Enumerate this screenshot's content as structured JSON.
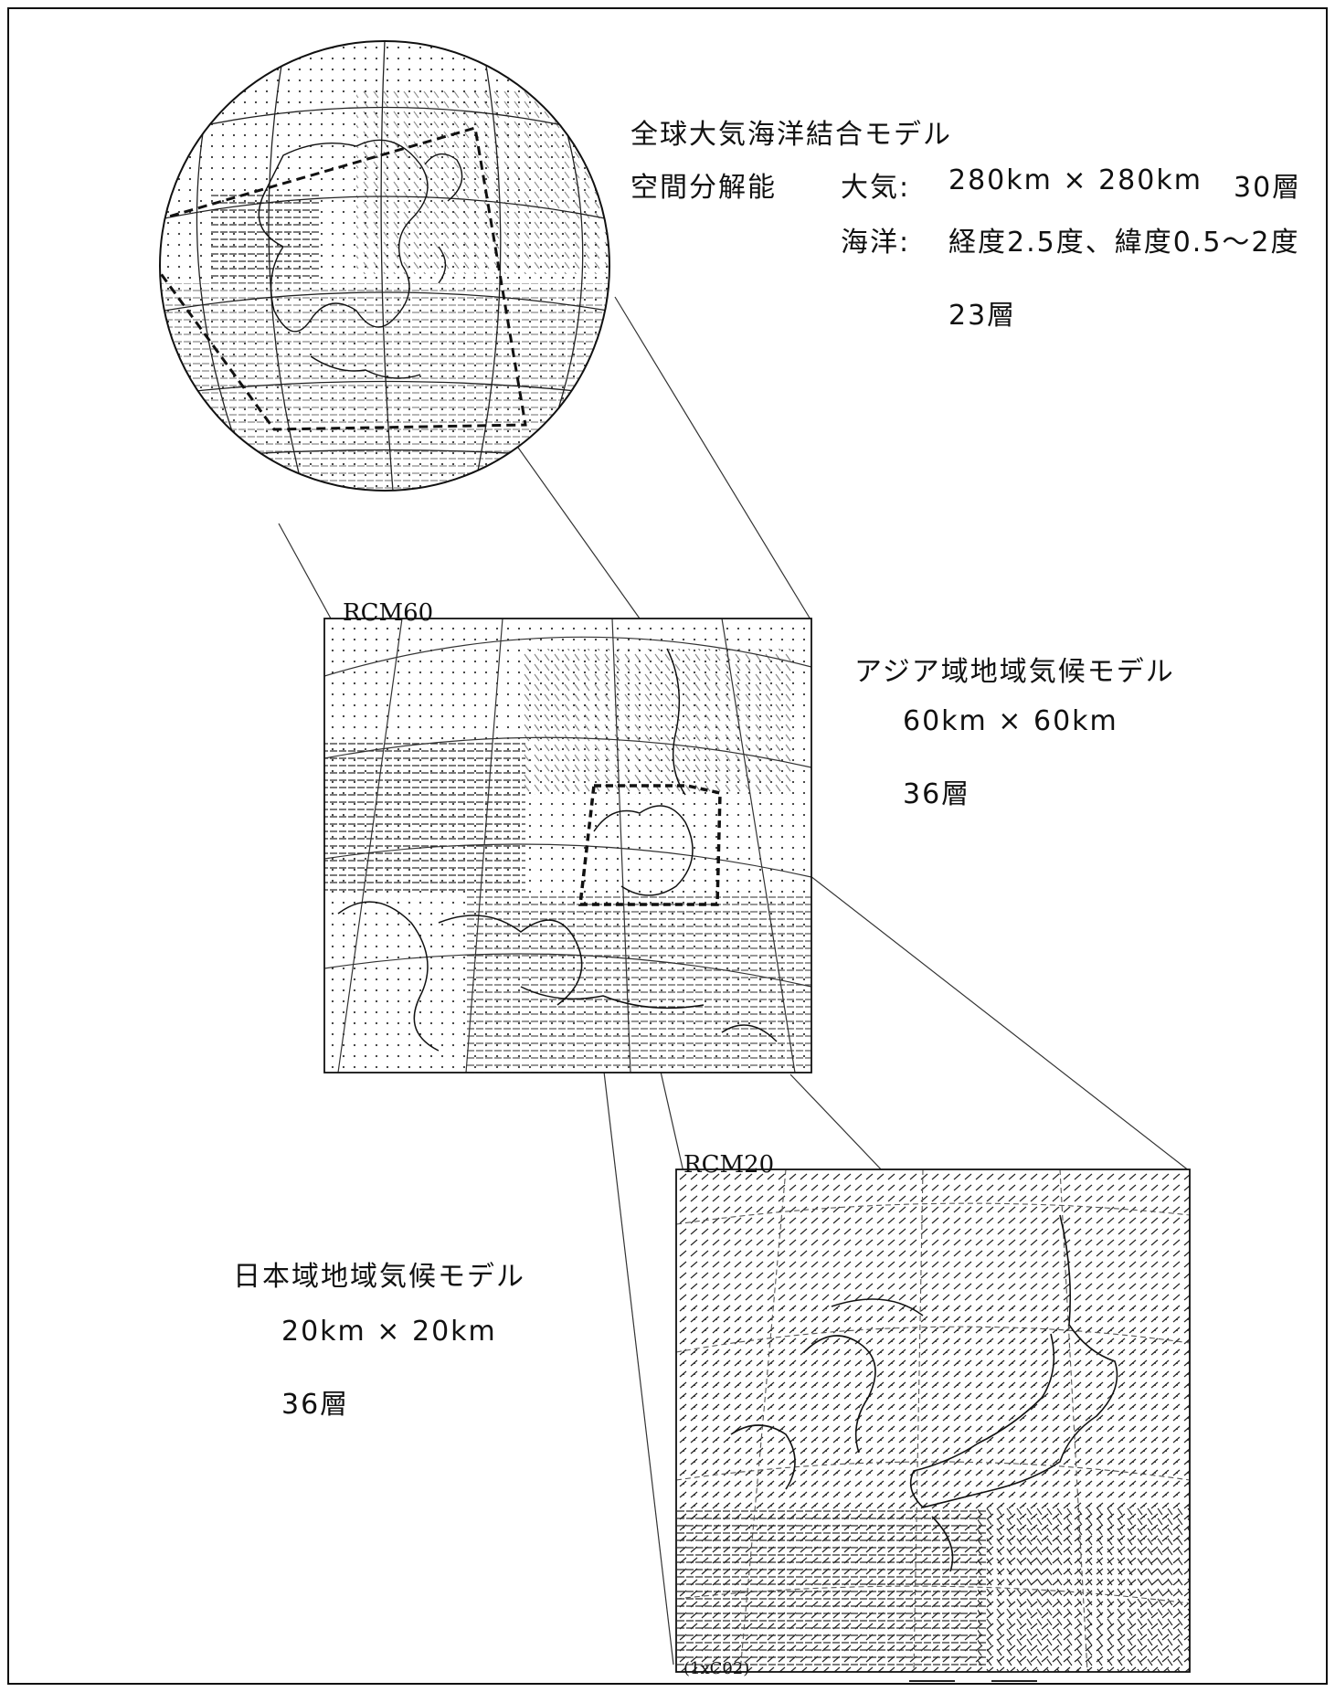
{
  "global_model": {
    "title": "全球大気海洋結合モデル",
    "resolution_label": "空間分解能",
    "atmosphere": "大気:",
    "atmosphere_grid": "280km × 280km",
    "atmosphere_layers": "30層",
    "ocean": "海洋:",
    "ocean_grid": "経度2.5度、緯度0.5～2度",
    "ocean_layers": "23層"
  },
  "asia_model": {
    "panel_label": "RCM60",
    "title": "アジア域地域気候モデル",
    "grid": "60km × 60km",
    "layers": "36層"
  },
  "japan_model": {
    "panel_label": "RCM20",
    "title": "日本域地域気候モデル",
    "grid": "20km × 20km",
    "layers": "36層"
  },
  "footer": {
    "run_label": "(1xC02)"
  },
  "colors": {
    "ink": "#111111",
    "background": "#ffffff"
  }
}
